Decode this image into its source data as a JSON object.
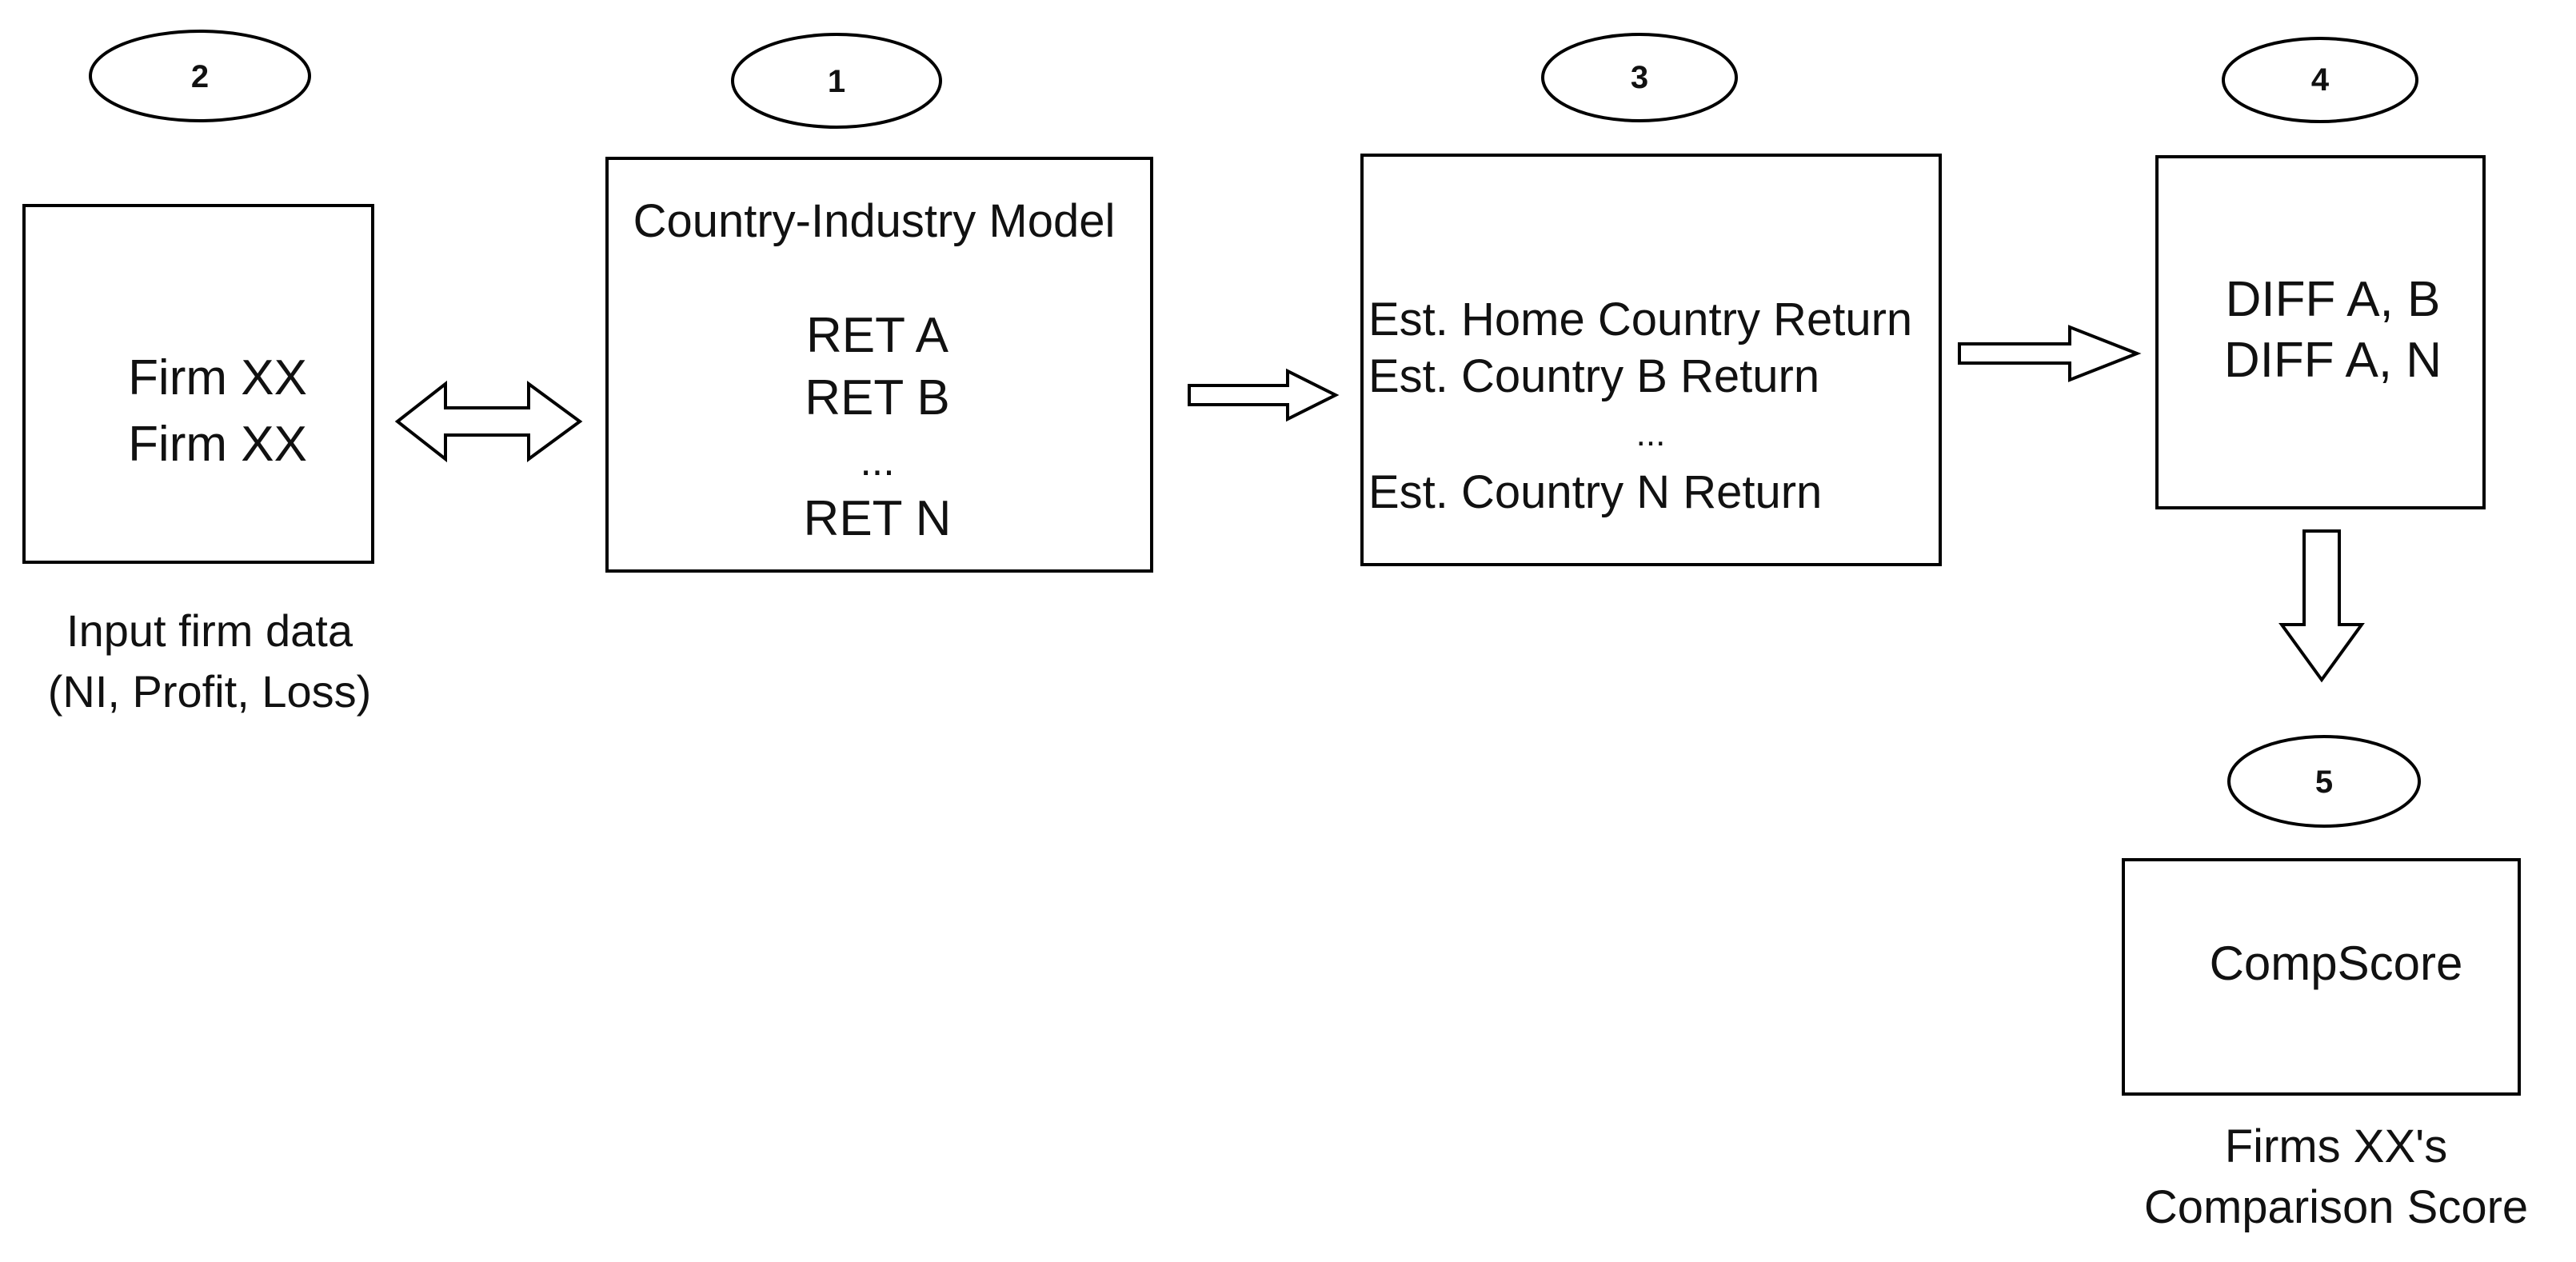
{
  "colors": {
    "stroke": "#000000",
    "text": "#111111",
    "background": "#ffffff"
  },
  "steps": [
    {
      "id": "step-2",
      "number": "2"
    },
    {
      "id": "step-1",
      "number": "1"
    },
    {
      "id": "step-3",
      "number": "3"
    },
    {
      "id": "step-4",
      "number": "4"
    },
    {
      "id": "step-5",
      "number": "5"
    }
  ],
  "boxes": {
    "firm": {
      "lines": [
        "Firm XX",
        "Firm XX"
      ],
      "caption": [
        "Input firm data",
        "(NI, Profit, Loss)"
      ]
    },
    "model": {
      "title": "Country-Industry Model",
      "lines": [
        "RET A",
        "RET B",
        "...",
        "RET N"
      ]
    },
    "estimates": {
      "lines": [
        "Est. Home Country Return",
        "Est. Country B Return",
        "...",
        "Est. Country N Return"
      ]
    },
    "diff": {
      "lines": [
        "DIFF A, B",
        "DIFF A, N"
      ]
    },
    "compscore": {
      "lines": [
        "CompScore"
      ],
      "caption": [
        "Firms XX's",
        "Comparison Score"
      ]
    }
  },
  "connectors": [
    {
      "from": "firm",
      "to": "model",
      "kind": "double-arrow"
    },
    {
      "from": "model",
      "to": "estimates",
      "kind": "arrow-right"
    },
    {
      "from": "estimates",
      "to": "diff",
      "kind": "arrow-right"
    },
    {
      "from": "diff",
      "to": "compscore",
      "kind": "arrow-down"
    }
  ]
}
